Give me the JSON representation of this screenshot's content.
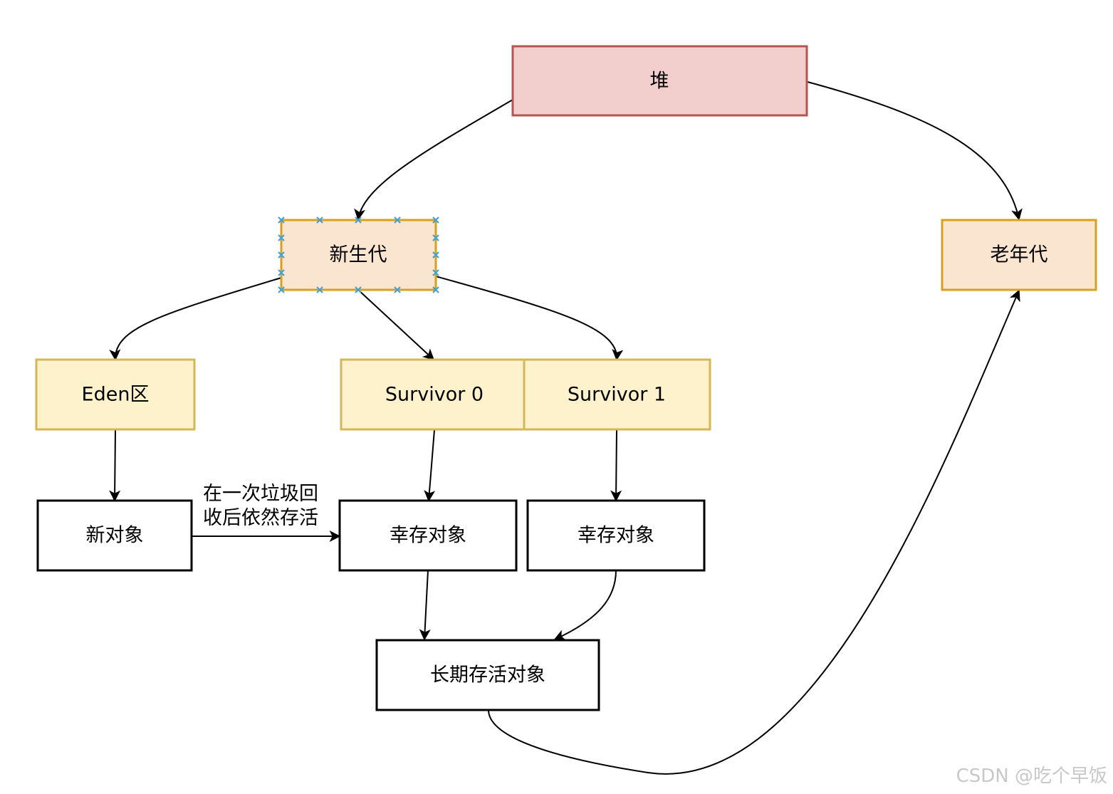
{
  "nodes": {
    "heap": {
      "label": "堆",
      "fill": "#f2cecc",
      "stroke": "#b85450"
    },
    "young_gen": {
      "label": "新生代",
      "fill": "#fae5d1",
      "stroke": "#d6a11e",
      "selected": true
    },
    "old_gen": {
      "label": "老年代",
      "fill": "#fae5d1",
      "stroke": "#d6a11e"
    },
    "eden": {
      "label": "Eden区",
      "fill": "#fdf2cc",
      "stroke": "#d6b656"
    },
    "survivor0": {
      "label": "Survivor 0",
      "fill": "#fdf2cc",
      "stroke": "#d6b656"
    },
    "survivor1": {
      "label": "Survivor 1",
      "fill": "#fdf2cc",
      "stroke": "#d6b656"
    },
    "new_object": {
      "label": "新对象",
      "fill": "#ffffff",
      "stroke": "#000000"
    },
    "survivor_obj_0": {
      "label": "幸存对象",
      "fill": "#ffffff",
      "stroke": "#000000"
    },
    "survivor_obj_1": {
      "label": "幸存对象",
      "fill": "#ffffff",
      "stroke": "#000000"
    },
    "long_lived": {
      "label": "长期存活对象",
      "fill": "#ffffff",
      "stroke": "#000000"
    }
  },
  "edge_labels": {
    "promote_line1": "在一次垃圾回",
    "promote_line2": "收后依然存活"
  },
  "edges": [
    {
      "from": "heap",
      "to": "young_gen"
    },
    {
      "from": "heap",
      "to": "old_gen"
    },
    {
      "from": "young_gen",
      "to": "eden"
    },
    {
      "from": "young_gen",
      "to": "survivor0"
    },
    {
      "from": "young_gen",
      "to": "survivor1"
    },
    {
      "from": "eden",
      "to": "new_object"
    },
    {
      "from": "new_object",
      "to": "survivor_obj_0",
      "label": "在一次垃圾回收后依然存活"
    },
    {
      "from": "survivor0",
      "to": "survivor_obj_0"
    },
    {
      "from": "survivor1",
      "to": "survivor_obj_1"
    },
    {
      "from": "survivor_obj_0",
      "to": "long_lived"
    },
    {
      "from": "survivor_obj_1",
      "to": "long_lived"
    },
    {
      "from": "long_lived",
      "to": "old_gen"
    }
  ],
  "watermark": "CSDN @吃个早饭"
}
